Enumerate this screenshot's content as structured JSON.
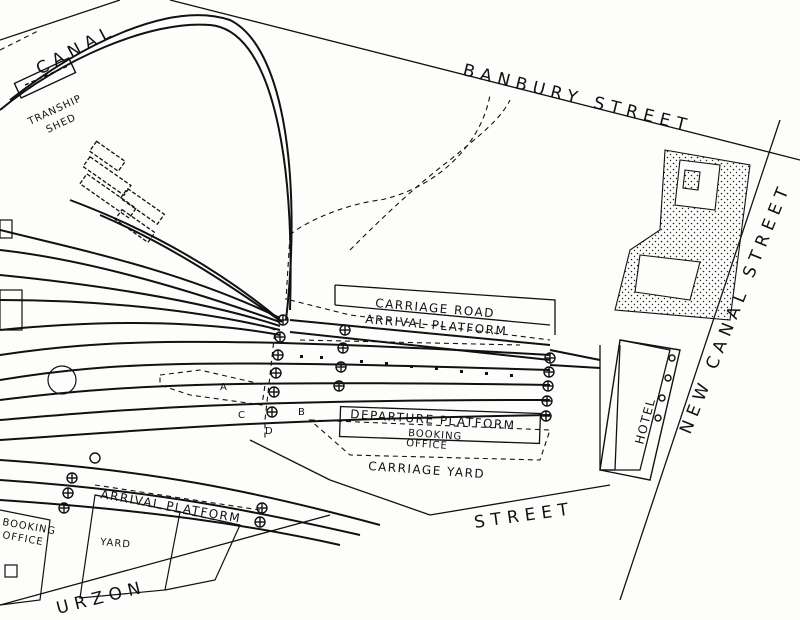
{
  "streets": {
    "canal": "CANAL",
    "banbury": "BANBURY STREET",
    "new_canal": "NEW CANAL STREET",
    "street_bottom": "STREET",
    "curzon": "URZON"
  },
  "buildings": {
    "tranship_line1": "TRANSHIP",
    "tranship_line2": "SHED",
    "carriage_road": "CARRIAGE ROAD",
    "arrival_platform": "ARRIVAL PLATFORM",
    "departure_platform": "DEPARTURE PLATFORM",
    "booking_office_line1": "BOOKING",
    "booking_office_line2": "OFFICE",
    "carriage_yard": "CARRIAGE YARD",
    "hotel": "HOTEL",
    "lower_arrival_platform": "ARRIVAL PLATFORM",
    "yard": "YARD",
    "lower_booking_line1": "BOOKING",
    "lower_booking_line2": "OFFICE"
  },
  "markers": {
    "a": "A",
    "b": "B",
    "c": "C",
    "d": "D"
  }
}
